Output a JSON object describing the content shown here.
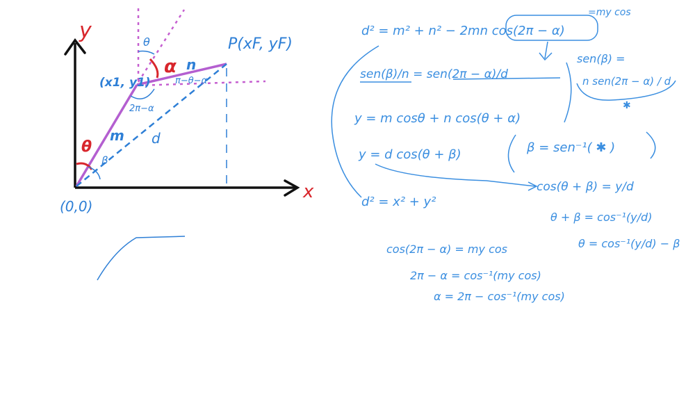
{
  "colors": {
    "axis": "#111111",
    "red": "#d8262c",
    "blue": "#2e7fd6",
    "purple": "#b45fd0",
    "pink": "#c55fd0",
    "lightblue": "#3a8ee0"
  },
  "diagram": {
    "axis_y_label": "y",
    "axis_x_label": "x",
    "origin_label": "(0,0)",
    "point_p_label": "P(xF, yF)",
    "joint_label": "(x1, y1)",
    "theta_top": "θ",
    "alpha": "α",
    "theta_left": "θ",
    "beta": "β",
    "link_m": "m",
    "link_n": "n",
    "distance_d": "d",
    "angle_2pi_alpha": "2π−α",
    "angle_pi_theta_alpha": "π−θ−α"
  },
  "equations": {
    "eq1": "d² = m² + n² − 2mn cos(2π − α)",
    "eq1_note": "=my cos",
    "eq2": "sen(β)/n = sen(2π − α)/d",
    "eq2_side_top": "sen(β) =",
    "eq2_side_bottom": "n sen(2π − α) / d",
    "eq2_star": "✱",
    "eq3": "y = m cosθ + n cos(θ + α)",
    "eq4": "y = d cos(θ + β)",
    "eq4_side": "β = sen⁻¹( ✱ )",
    "eq5": "cos(θ + β) = y/d",
    "eq6": "d² = x² + y²",
    "eq7": "θ + β = cos⁻¹(y/d)",
    "eq8": "θ = cos⁻¹(y/d) − β",
    "eq9": "cos(2π − α) = my cos",
    "eq10": "2π − α = cos⁻¹(my cos)",
    "eq11": "α = 2π − cos⁻¹(my cos)"
  }
}
